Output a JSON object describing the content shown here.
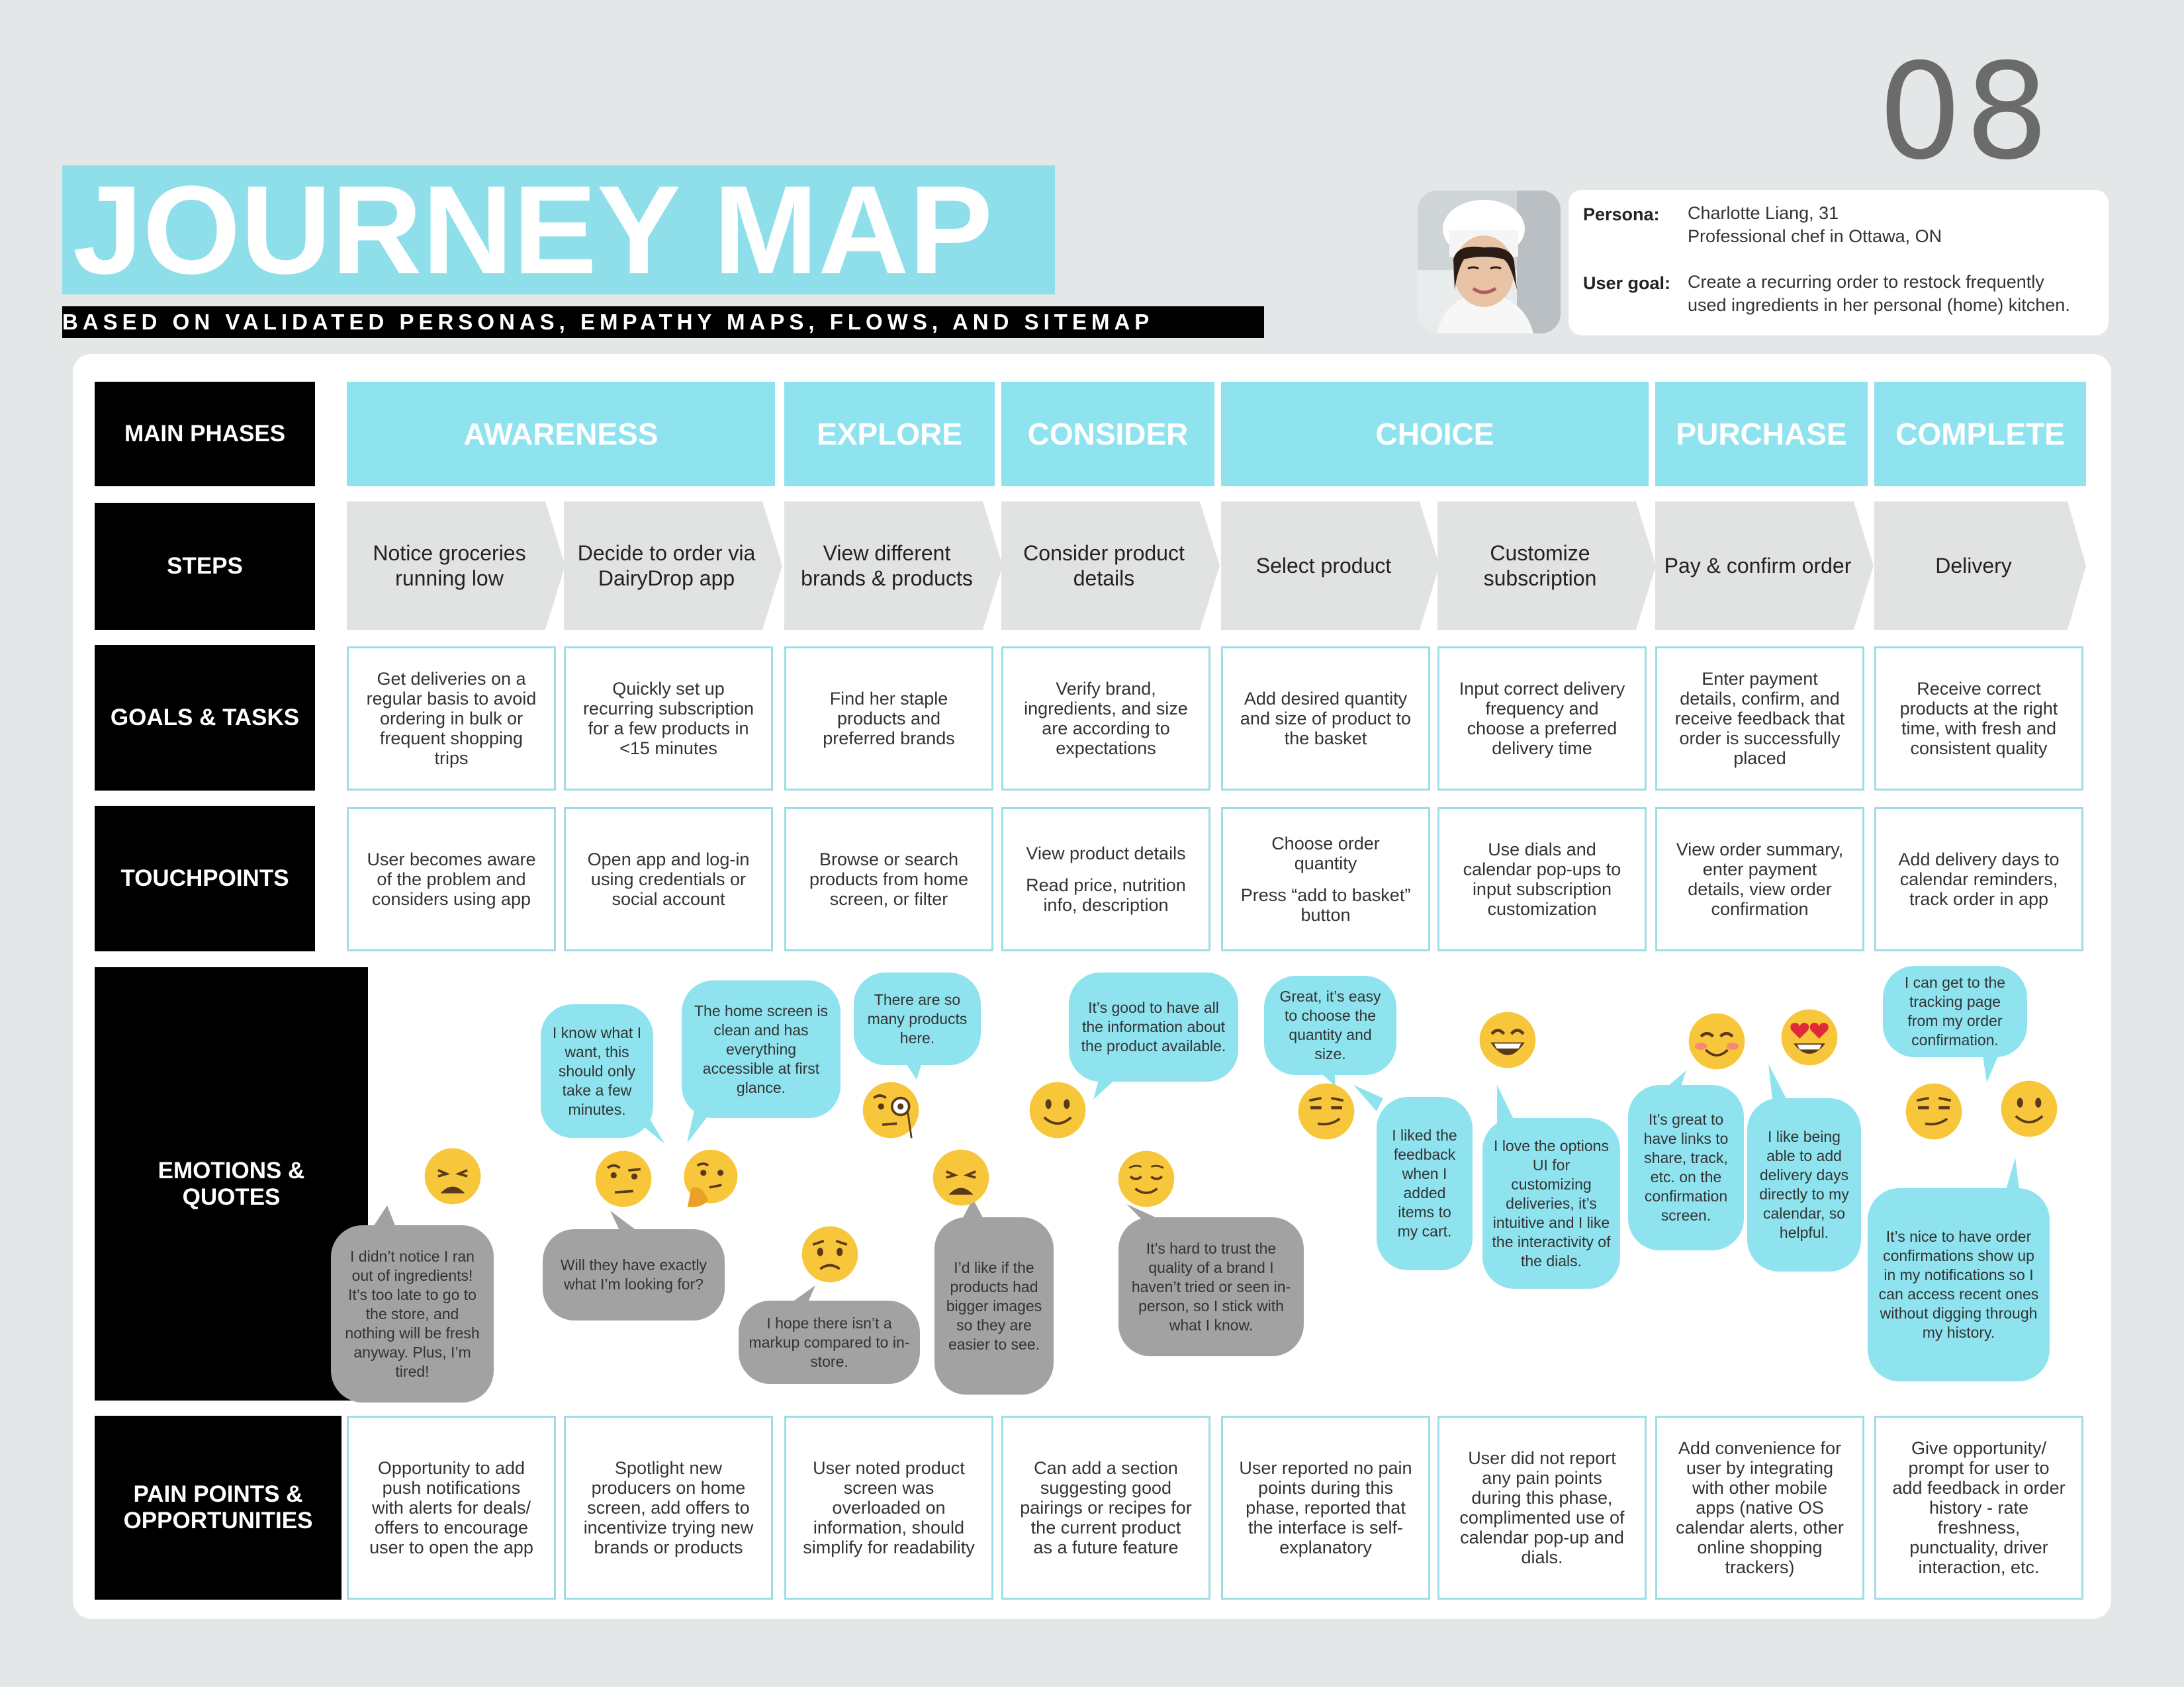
{
  "page_number": "08",
  "title": "JOURNEY MAP",
  "subtitle": "BASED ON VALIDATED PERSONAS, EMPATHY MAPS, FLOWS, AND SITEMAP",
  "persona": {
    "persona_label": "Persona:",
    "persona_line1": "Charlotte Liang, 31",
    "persona_line2": "Professional chef in Ottawa, ON",
    "goal_label": "User goal:",
    "goal_line1": "Create a recurring order to restock frequently",
    "goal_line2": "used ingredients in her personal (home) kitchen."
  },
  "row_labels": {
    "phases": "MAIN PHASES",
    "steps": "STEPS",
    "goals": "GOALS & TASKS",
    "touchpoints": "TOUCHPOINTS",
    "emotions": "EMOTIONS & QUOTES",
    "pain": "PAIN POINTS & OPPORTUNITIES"
  },
  "phases": [
    "AWARENESS",
    "EXPLORE",
    "CONSIDER",
    "CHOICE",
    "PURCHASE",
    "COMPLETE"
  ],
  "steps": [
    "Notice groceries running low",
    "Decide to order via DairyDrop app",
    "View different brands & products",
    "Consider product details",
    "Select product",
    "Customize subscription",
    "Pay & confirm order",
    "Delivery"
  ],
  "goals": [
    "Get deliveries on a regular basis to avoid ordering in bulk or frequent shopping trips",
    "Quickly set up recurring subscription for a few products in <15 minutes",
    "Find her staple products and preferred brands",
    "Verify brand, ingredients, and size are according to expectations",
    "Add desired quantity and size of product to the basket",
    "Input correct delivery frequency and choose a preferred delivery time",
    "Enter payment details, confirm, and receive feedback that order is successfully placed",
    "Receive correct products at the right time, with fresh and consistent quality"
  ],
  "touchpoints": [
    "User becomes aware of the problem and considers using app",
    "Open app and log-in using credentials or social account",
    "Browse or search products from home screen, or filter",
    "View product details",
    "Choose order quantity",
    "Use dials and calendar pop-ups to input subscription customization",
    "View order summary, enter payment details, view order confirmation",
    "Add delivery days to calendar reminders, track order in app"
  ],
  "touchpoints_extra": {
    "consider": "Read price, nutrition info, description",
    "choice": "Press “add to basket” button"
  },
  "quotes": {
    "q1": "I didn’t notice I ran out of ingredients! It’s too late to go to the store, and nothing will be fresh anyway. Plus, I’m tired!",
    "q2": "I know what I want, this should only take a few minutes.",
    "q3": "Will they have exactly what I’m looking for?",
    "q4": "The home screen is clean and has everything accessible at first glance.",
    "q5": "I hope there isn’t a markup compared to in-store.",
    "q6": "There are so many products here.",
    "q7": "I’d like if the products had bigger images so they are easier to see.",
    "q8": "It’s good to have all the information about the product available.",
    "q9": "It’s hard to trust the quality of a brand I haven’t tried or seen in-person, so I stick with what I know.",
    "q10": "Great, it’s easy to choose the quantity and size.",
    "q11": "I liked the feedback when I added items to my cart.",
    "q12": "I love the options UI for customizing deliveries, it’s intuitive and I like the interactivity of the dials.",
    "q13": "It’s great to have links to share, track, etc. on the confirmation screen.",
    "q14": "I like being able to add delivery days directly to my calendar, so helpful.",
    "q15": "I can get to the tracking page from my order confirmation.",
    "q16": "It’s nice to have order confirmations show up in my notifications so I can access recent ones without digging through my history."
  },
  "emoji_icons": [
    "weary-face-icon",
    "face-with-raised-eyebrow-icon",
    "thinking-face-icon",
    "face-with-monocle-icon",
    "worried-face-icon",
    "weary-face-icon",
    "smiling-face-icon",
    "relieved-face-icon",
    "smirking-face-icon",
    "grinning-face-icon",
    "blushing-face-icon",
    "heart-eyes-face-icon",
    "smirking-face-icon",
    "smiling-face-icon"
  ],
  "pain_points": [
    "Opportunity to add push notifications with alerts for deals/ offers to encourage user to open the app",
    "Spotlight new producers on home screen, add offers to incentivize trying new brands or products",
    "User noted product screen was overloaded on information, should simplify for readability",
    "Can add a section suggesting good pairings or recipes for the current product as a future feature",
    "User reported no pain points during this phase, reported that the interface is self-explanatory",
    "User did not report any pain points during this phase, complimented use of calendar pop-up and dials.",
    "Add convenience for user by integrating with other mobile apps (native OS calendar alerts, other online shopping trackers)",
    "Give opportunity/ prompt for user to add feedback in order history - rate freshness, punctuality, driver interaction, etc."
  ],
  "colors": {
    "accent_cyan": "#8fe3ee",
    "bubble_gray": "#a2a2a2",
    "label_black": "#000000",
    "cell_border": "#9fdde6",
    "background": "#e3e7e7"
  }
}
